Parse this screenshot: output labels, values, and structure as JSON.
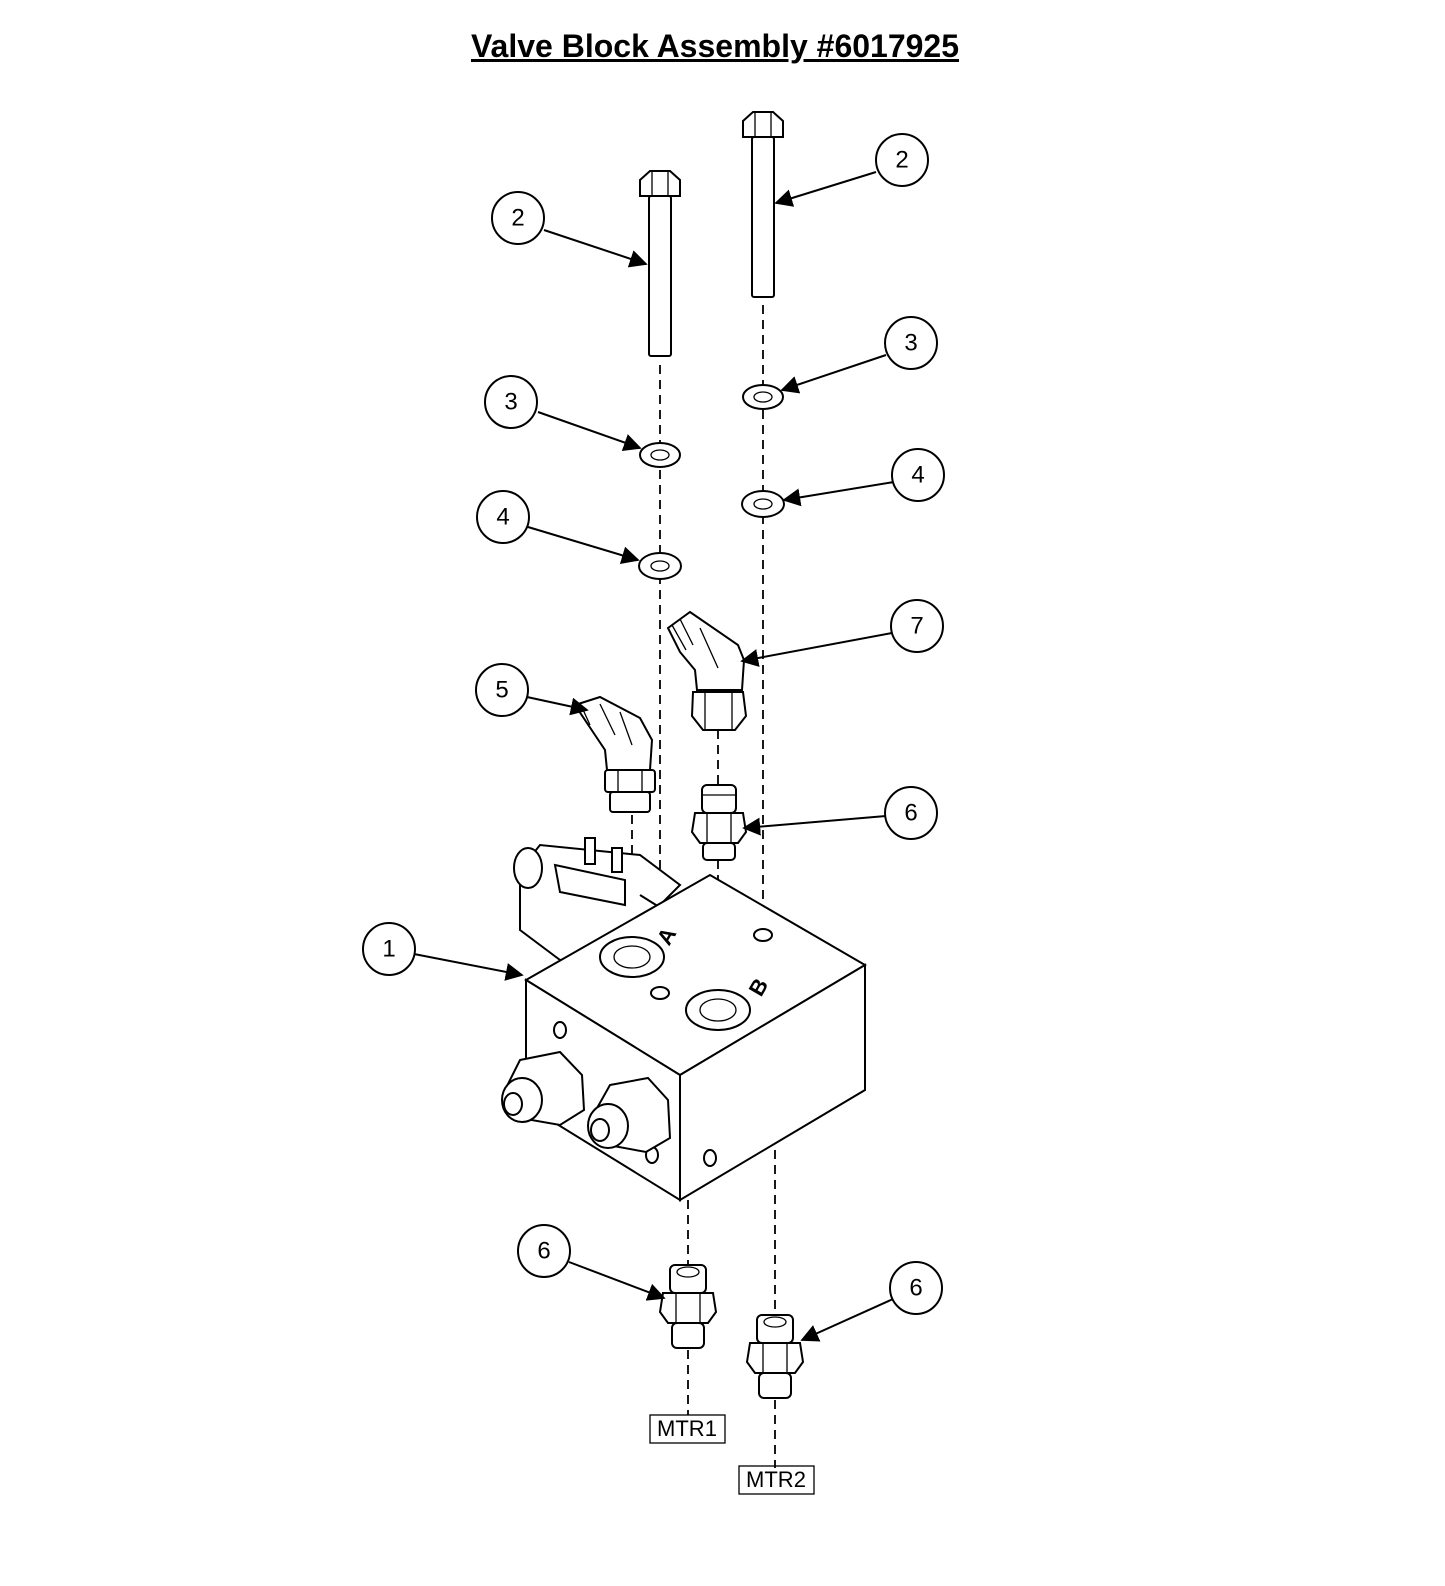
{
  "title": "Valve Block Assembly #6017925",
  "callouts": [
    {
      "id": "callout-1",
      "number": "1"
    },
    {
      "id": "callout-2-left",
      "number": "2"
    },
    {
      "id": "callout-2-right",
      "number": "2"
    },
    {
      "id": "callout-3-left",
      "number": "3"
    },
    {
      "id": "callout-3-right",
      "number": "3"
    },
    {
      "id": "callout-4-left",
      "number": "4"
    },
    {
      "id": "callout-4-right",
      "number": "4"
    },
    {
      "id": "callout-5",
      "number": "5"
    },
    {
      "id": "callout-6-top",
      "number": "6"
    },
    {
      "id": "callout-6-bottom-left",
      "number": "6"
    },
    {
      "id": "callout-6-bottom-right",
      "number": "6"
    },
    {
      "id": "callout-7",
      "number": "7"
    }
  ],
  "port_labels": {
    "a": "A",
    "b": "B"
  },
  "connection_labels": {
    "mtr1": "MTR1",
    "mtr2": "MTR2"
  }
}
